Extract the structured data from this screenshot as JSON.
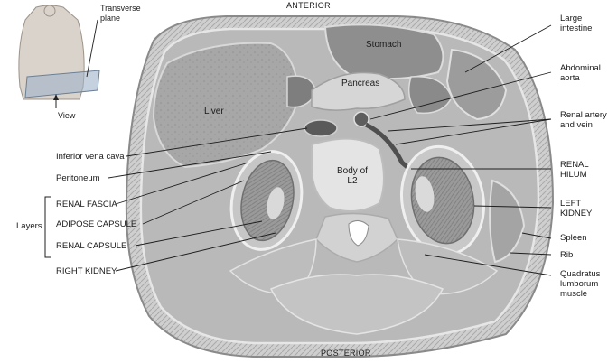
{
  "orientation": {
    "top": "ANTERIOR",
    "bottom": "POSTERIOR"
  },
  "inset": {
    "plane": "Transverse\nplane",
    "view": "View"
  },
  "organs": {
    "stomach": "Stomach",
    "liver": "Liver",
    "pancreas": "Pancreas",
    "body_l2": "Body of\nL2"
  },
  "labels_left": {
    "ivc": "Inferior vena cava",
    "peritoneum": "Peritoneum",
    "renal_fascia": "RENAL FASCIA",
    "adipose_capsule": "ADIPOSE CAPSULE",
    "renal_capsule": "RENAL CAPSULE",
    "right_kidney": "RIGHT KIDNEY",
    "layers": "Layers"
  },
  "labels_right": {
    "large_intestine": "Large\nintestine",
    "abdominal_aorta": "Abdominal\naorta",
    "renal_artery_vein": "Renal artery\nand vein",
    "renal_hilum": "RENAL\nHILUM",
    "left_kidney": "LEFT\nKIDNEY",
    "spleen": "Spleen",
    "rib": "Rib",
    "quadratus": "Quadratus\nlumborum\nmuscle"
  }
}
